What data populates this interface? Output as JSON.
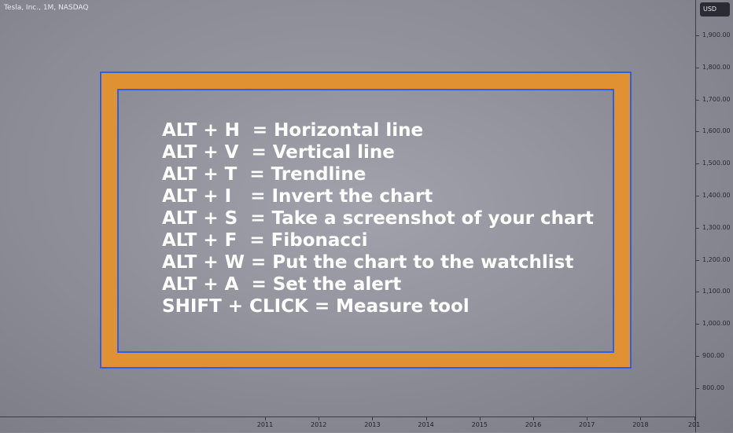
{
  "chart": {
    "symbol_title": "Tesla, Inc., 1M, NASDAQ",
    "currency": "USD",
    "price_labels": [
      "1,900.00",
      "1,800.00",
      "1,700.00",
      "1,600.00",
      "1,500.00",
      "1,400.00",
      "1,300.00",
      "1,200.00",
      "1,100.00",
      "1,000.00",
      "900.00",
      "800.00"
    ],
    "year_labels": [
      "2011",
      "2012",
      "2013",
      "2014",
      "2015",
      "2016",
      "2017",
      "2018",
      "201"
    ]
  },
  "overlay": {
    "frame_color": "#e09232",
    "border_color": "#2f5fe6",
    "shortcuts": [
      "ALT + H  = Horizontal line",
      "ALT + V  = Vertical line",
      "ALT + T  = Trendline",
      "ALT + I   = Invert the chart",
      "ALT + S  = Take a screenshot of your chart",
      "ALT + F  = Fibonacci",
      "ALT + W = Put the chart to the watchlist",
      "ALT + A  = Set the alert",
      "SHIFT + CLICK = Measure tool"
    ]
  }
}
